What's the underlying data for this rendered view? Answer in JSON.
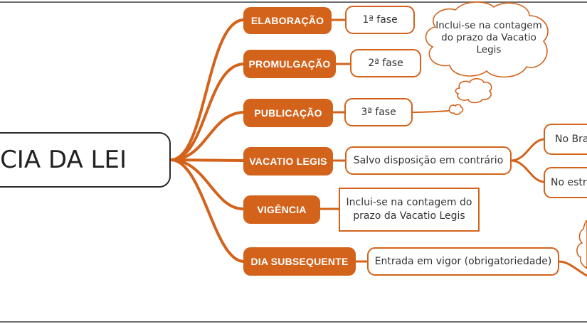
{
  "central": {
    "title": "CIA DA LEI"
  },
  "branches": [
    {
      "label": "ELABORAÇÃO",
      "detail": "1ª fase"
    },
    {
      "label": "PROMULGAÇÃO",
      "detail": "2ª fase"
    },
    {
      "label": "PUBLICAÇÃO",
      "detail": "3ª fase"
    },
    {
      "label": "VACATIO LEGIS",
      "detail": "Salvo disposição em contrário"
    },
    {
      "label": "VIGÊNCIA",
      "detail": "Inclui-se na contagem do prazo da Vacatio Legis"
    },
    {
      "label": "DIA SUBSEQUENTE",
      "detail": "Entrada em vigor (obrigatoriedade)"
    }
  ],
  "vacatio_children": [
    "No Bra",
    "No estr"
  ],
  "cloud_note": "Inclui-se na contagem do prazo da Vacatio Legis",
  "colors": {
    "accent": "#d3631b",
    "dark": "#2b2b2b",
    "frame": "#6e6e6e"
  }
}
